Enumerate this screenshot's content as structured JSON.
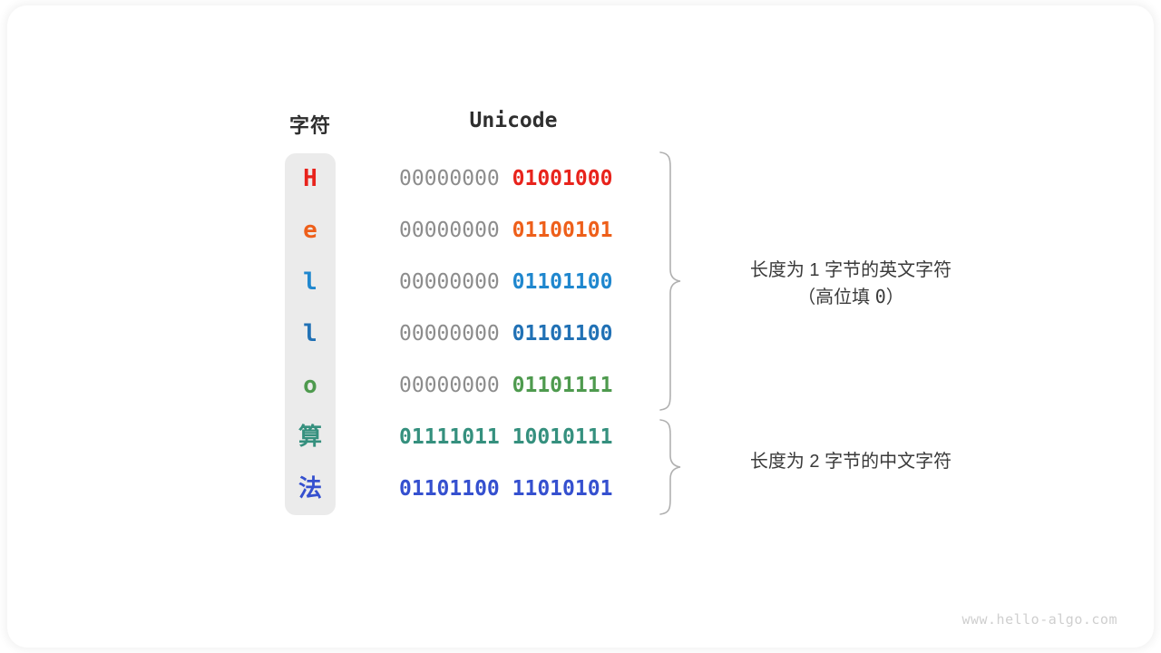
{
  "figure": {
    "headers": {
      "char": "字符",
      "unicode": "Unicode"
    },
    "rows": [
      {
        "char": "H",
        "color": "#e8231c",
        "high_byte": "00000000",
        "low_byte": "01001000",
        "high_colored": false
      },
      {
        "char": "e",
        "color": "#ee5f1a",
        "high_byte": "00000000",
        "low_byte": "01100101",
        "high_colored": false
      },
      {
        "char": "l",
        "color": "#1f87ce",
        "high_byte": "00000000",
        "low_byte": "01101100",
        "high_colored": false
      },
      {
        "char": "l",
        "color": "#2171b5",
        "high_byte": "00000000",
        "low_byte": "01101100",
        "high_colored": false
      },
      {
        "char": "o",
        "color": "#4e9a4e",
        "high_byte": "00000000",
        "low_byte": "01101111",
        "high_colored": false
      },
      {
        "char": "算",
        "color": "#35907e",
        "high_byte": "01111011",
        "low_byte": "10010111",
        "high_colored": true
      },
      {
        "char": "法",
        "color": "#3550cf",
        "high_byte": "01101100",
        "low_byte": "11010101",
        "high_colored": true
      }
    ],
    "annotations": [
      {
        "line1": "长度为 1 字节的英文字符",
        "line2_prefix": "（高位填 ",
        "line2_zero": "0",
        "line2_suffix": "）"
      },
      {
        "line1": "长度为 2 字节的中文字符",
        "line2_prefix": "",
        "line2_zero": "",
        "line2_suffix": ""
      }
    ],
    "watermark": "www.hello-algo.com",
    "colors": {
      "card_bg": "#ffffff",
      "pill_bg": "#ebebeb",
      "high_byte_gray": "#8c8c8c",
      "brace": "#b0b0b0",
      "header_text": "#2f2f2f",
      "annotation_text": "#3a3a3a",
      "watermark_text": "#cfcfcf"
    }
  }
}
